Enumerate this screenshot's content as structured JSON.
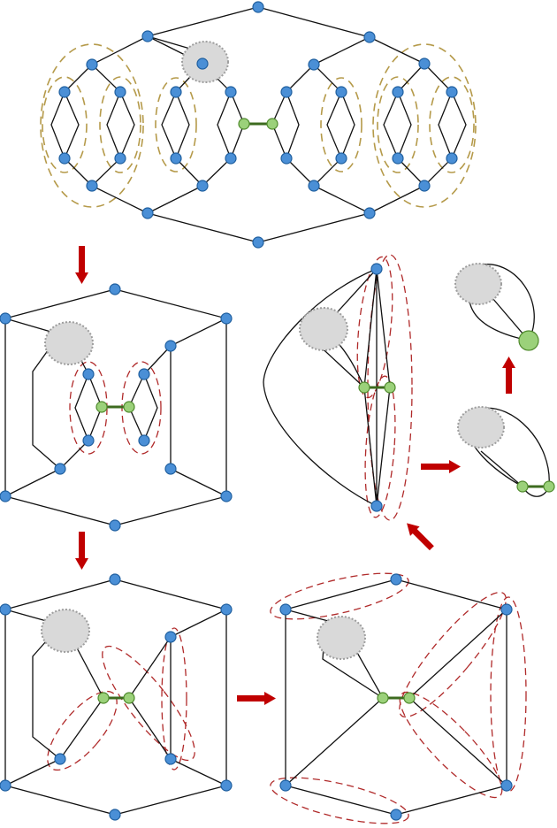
{
  "colors": {
    "vertex": "#4a8fd6",
    "special_vertex": "#9bd17a",
    "bridge_edge": "#3d6b1f",
    "blob": "#d9d9d9",
    "gold_group": "#b59a4a",
    "red_group": "#b02a2a",
    "arrow": "#c00000"
  },
  "panels": [
    "top-graph",
    "middle-left-graph",
    "bottom-left-graph",
    "bottom-right-graph",
    "middle-right-graph",
    "small-right-lower-graph",
    "small-right-upper-graph"
  ],
  "arrows": [
    "down-arrow-1",
    "down-arrow-2",
    "right-arrow-bottom",
    "diagonal-arrow",
    "right-arrow-middle",
    "up-arrow-right"
  ]
}
